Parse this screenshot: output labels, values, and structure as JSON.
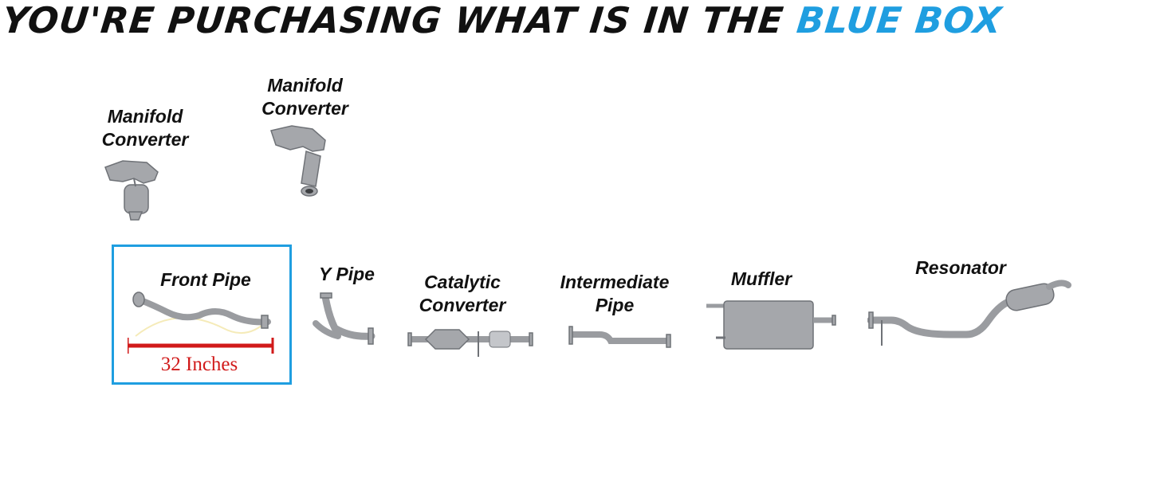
{
  "title": {
    "text": "YOU'RE PURCHASING WHAT IS IN THE ",
    "highlight": "BLUE BOX"
  },
  "colors": {
    "accent": "#1f9ee0",
    "measure": "#d11a1a",
    "part_fill": "#a5a7ab",
    "part_stroke": "#6f7277"
  },
  "parts": {
    "manifold_converter_left": "Manifold\nConverter",
    "manifold_converter_right": "Manifold\nConverter",
    "front_pipe": "Front Pipe",
    "y_pipe": "Y Pipe",
    "catalytic_converter": "Catalytic\nConverter",
    "intermediate_pipe": "Intermediate\nPipe",
    "muffler": "Muffler",
    "resonator": "Resonator"
  },
  "front_pipe_measurement": "32 Inches"
}
